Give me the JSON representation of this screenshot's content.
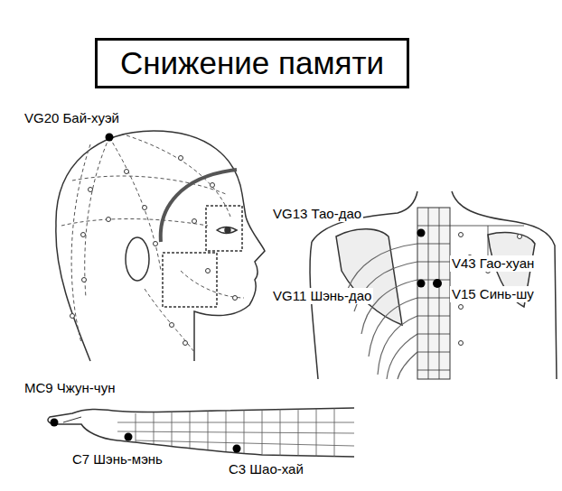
{
  "diagram": {
    "title": "Снижение памяти",
    "labels": [
      "VG20 Бай-хуэй",
      "VG13 Тао-дао",
      "V43 Гао-хуан",
      "VG11 Шэнь-дао",
      "V15 Синь-шу",
      "MC9 Чжун-чун",
      "C7 Шэнь-мэнь",
      "C3 Шао-хай"
    ]
  }
}
